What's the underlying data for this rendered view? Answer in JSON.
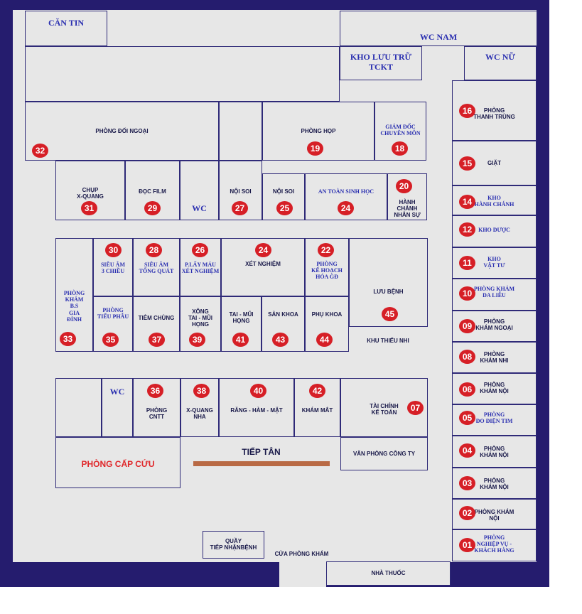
{
  "map": {
    "rooms": {
      "can_tin": {
        "label": "CĂN TIN"
      },
      "wc_nam": {
        "label": "WC NAM"
      },
      "kho_luu_tru": {
        "label": "KHO LƯU TRỮ\nTCKT"
      },
      "wc_nu": {
        "label": "WC NỮ"
      },
      "r16": {
        "num": "16",
        "label": "PHÒNG\nTHANH TRÙNG"
      },
      "r15": {
        "num": "15",
        "label": "GIẶT"
      },
      "r14": {
        "num": "14",
        "label": "KHO\nHÀNH CHÁNH"
      },
      "r12": {
        "num": "12",
        "label": "KHO DƯỢC"
      },
      "r11": {
        "num": "11",
        "label": "KHO\nVẬT TƯ"
      },
      "r10": {
        "num": "10",
        "label": "PHÒNG KHÁM\nDA LIỄU"
      },
      "r09": {
        "num": "09",
        "label": "PHÒNG\nKHÁM NGOẠI"
      },
      "r08": {
        "num": "08",
        "label": "PHÒNG\nKHÁM NHI"
      },
      "r06": {
        "num": "06",
        "label": "PHÒNG\nKHÁM NỘI"
      },
      "r05": {
        "num": "05",
        "label": "PHÒNG\nĐO ĐIỆN TIM"
      },
      "r04": {
        "num": "04",
        "label": "PHÒNG\nKHÁM NỘI"
      },
      "r03": {
        "num": "03",
        "label": "PHÒNG\nKHÁM NỘI"
      },
      "r02": {
        "num": "02",
        "label": "PHÒNG KHÁM\nNỘI"
      },
      "r01": {
        "num": "01",
        "label": "PHÒNG\nNGHIỆP VỤ -\nKHÁCH HÀNG"
      },
      "r32": {
        "num": "32",
        "label": "PHÒNG ĐỐI NGOẠI"
      },
      "r19": {
        "num": "19",
        "label": "PHÒNG HỌP"
      },
      "r18": {
        "num": "18",
        "label": "GIÁM ĐỐC\nCHUYÊN MÔN"
      },
      "r31": {
        "num": "31",
        "label": "CHỤP\nX-QUANG"
      },
      "r29": {
        "num": "29",
        "label": "ĐỌC FILM"
      },
      "wc1": {
        "label": "WC"
      },
      "r27": {
        "num": "27",
        "label": "NỘI SOI"
      },
      "r25": {
        "num": "25",
        "label": "NỘI SOI"
      },
      "r24a": {
        "num": "24",
        "label": "AN TOÀN SINH HỌC"
      },
      "r20": {
        "num": "20",
        "label": "HÀNH CHÁNH\nNHÂN SỰ"
      },
      "r33": {
        "num": "33",
        "label": "PHÒNG\nKHÁM\nB.S\nGIA\nĐÌNH"
      },
      "r30": {
        "num": "30",
        "label": "SIÊU ÂM\n3 CHIỀU"
      },
      "r28": {
        "num": "28",
        "label": "SIÊU ÂM\nTỔNG QUÁT"
      },
      "r26": {
        "num": "26",
        "label": "P.LẤY MÁU\nXÉT NGHIỆM"
      },
      "r24b": {
        "num": "24",
        "label": "XÉT NGHIỆM"
      },
      "r22": {
        "num": "22",
        "label": "PHÒNG\nKẾ HOẠCH\nHÓA GĐ"
      },
      "r45": {
        "num": "45",
        "label": "LƯU BỆNH"
      },
      "r35": {
        "num": "35",
        "label": "PHÒNG\nTIỂU PHẪU"
      },
      "r37": {
        "num": "37",
        "label": "TIÊM CHỦNG"
      },
      "r39": {
        "num": "39",
        "label": "XÔNG\nTAI - MŨI\nHỌNG"
      },
      "r41": {
        "num": "41",
        "label": "TAI - MŨI\nHỌNG"
      },
      "r43": {
        "num": "43",
        "label": "SẢN KHOA"
      },
      "r44": {
        "num": "44",
        "label": "PHỤ KHOA"
      },
      "wc2": {
        "label": "WC"
      },
      "r36": {
        "num": "36",
        "label": "PHÒNG\nCNTT"
      },
      "r38": {
        "num": "38",
        "label": "X-QUANG\nNHA"
      },
      "r40": {
        "num": "40",
        "label": "RĂNG - HÀM - MẶT"
      },
      "r42": {
        "num": "42",
        "label": "KHÁM MẮT"
      },
      "r07": {
        "num": "07",
        "label": "TÀI CHÍNH\nKẾ TOÁN"
      },
      "cap_cuu": {
        "label": "PHÒNG CẤP CỨU"
      },
      "van_phong": {
        "label": "VĂN PHÒNG CÔNG TY"
      },
      "quay": {
        "label": "QUẦY\nTIẾP NHẬNBỆNH"
      },
      "nha_thuoc": {
        "label": "NHÀ THUỐC"
      }
    },
    "areas": {
      "khu_thieu_nhi": "KHU THIẾU NHI",
      "tiep_tan": "TIẾP TÂN",
      "cua_phong_kham": "CỬA PHÒNG KHÁM"
    },
    "colors": {
      "outer": "#251c6e",
      "floor": "#e7e7e7",
      "badge": "#d61f26",
      "wall": "#2f2a78"
    }
  }
}
